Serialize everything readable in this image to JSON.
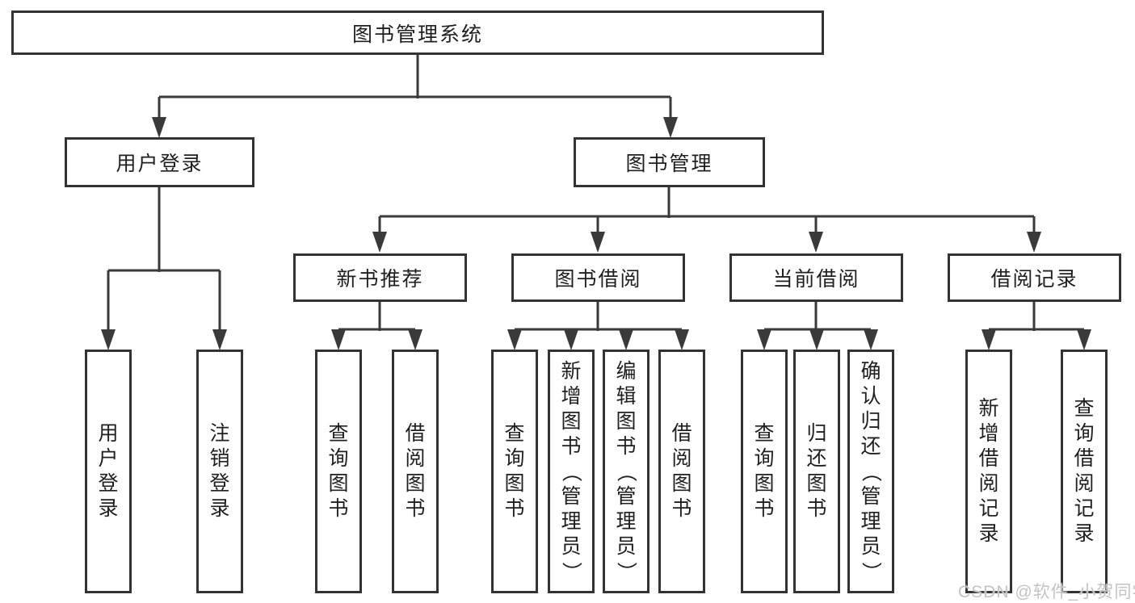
{
  "diagram_type": "hierarchy-tree",
  "tree": {
    "label": "图书管理系统",
    "children": [
      {
        "label": "用户登录",
        "children": [
          {
            "label": "用户登录"
          },
          {
            "label": "注销登录"
          }
        ]
      },
      {
        "label": "图书管理",
        "children": [
          {
            "label": "新书推荐",
            "children": [
              {
                "label": "查询图书"
              },
              {
                "label": "借阅图书"
              }
            ]
          },
          {
            "label": "图书借阅",
            "children": [
              {
                "label": "查询图书"
              },
              {
                "label": "新增图书（管理员）"
              },
              {
                "label": "编辑图书（管理员）"
              },
              {
                "label": "借阅图书"
              }
            ]
          },
          {
            "label": "当前借阅",
            "children": [
              {
                "label": "查询图书"
              },
              {
                "label": "归还图书"
              },
              {
                "label": "确认归还（管理员）"
              }
            ]
          },
          {
            "label": "借阅记录",
            "children": [
              {
                "label": "新增借阅记录"
              },
              {
                "label": "查询借阅记录"
              }
            ]
          }
        ]
      }
    ]
  },
  "watermark": "CSDN @软件_小贺同学",
  "colors": {
    "line": "#3a3a3a",
    "border": "#333333",
    "text": "#1f1f1f",
    "watermark": "#c3c3c3",
    "background": "#ffffff"
  }
}
